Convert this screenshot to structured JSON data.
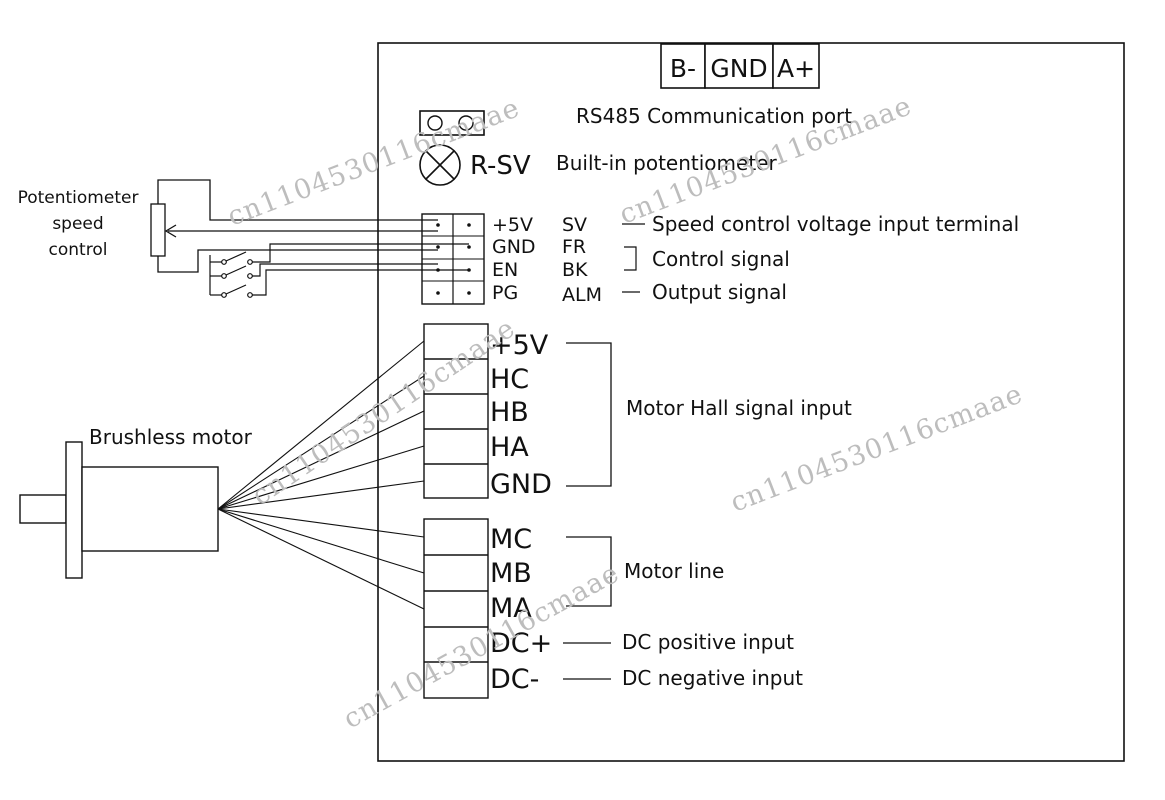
{
  "rs485": {
    "pins": [
      "B-",
      "GND",
      "A+"
    ],
    "label": "RS485 Communication port"
  },
  "potentiometer_builtin": {
    "name": "R-SV",
    "label": "Built-in potentiometer"
  },
  "external_potentiometer": {
    "label_lines": [
      "Potentiometer",
      "speed",
      "control"
    ]
  },
  "control_terminal": {
    "left_pins": [
      "+5V",
      "GND",
      "EN",
      "PG"
    ],
    "right_pins": [
      "SV",
      "FR",
      "BK",
      "ALM"
    ],
    "sv_label": "Speed control voltage input terminal",
    "control_label": "Control signal",
    "output_label": "Output signal"
  },
  "hall": {
    "pins": [
      "+5V",
      "HC",
      "HB",
      "HA",
      "GND"
    ],
    "label": "Motor Hall signal input"
  },
  "motor_line": {
    "pins": [
      "MC",
      "MB",
      "MA"
    ],
    "label": "Motor line"
  },
  "power": {
    "pins": [
      "DC+",
      "DC-"
    ],
    "positive_label": "DC positive input",
    "negative_label": "DC negative input"
  },
  "motor": {
    "label": "Brushless motor"
  },
  "watermark": "cn11045301​16cmaae"
}
